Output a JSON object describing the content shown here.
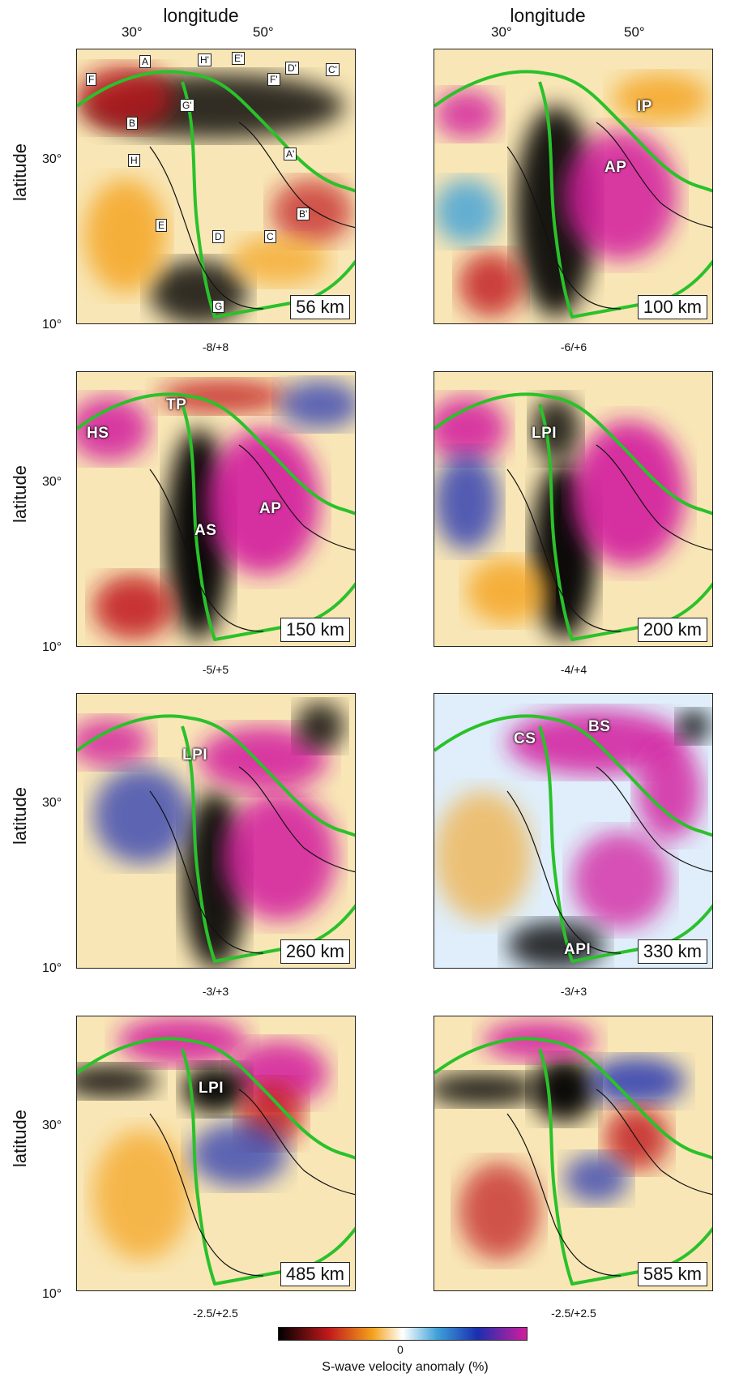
{
  "header": {
    "x_axis_label": "longitude",
    "tick_30": "30°",
    "tick_50": "50°"
  },
  "y_axis": {
    "label": "latitude",
    "tick_30": "30°",
    "tick_10": "10°"
  },
  "panels": [
    {
      "depth": "56 km",
      "scale": "-8/+8",
      "labels": []
    },
    {
      "depth": "100 km",
      "scale": "-6/+6",
      "labels": [
        "IP",
        "AP"
      ]
    },
    {
      "depth": "150 km",
      "scale": "-5/+5",
      "labels": [
        "HS",
        "TP",
        "AS",
        "AP"
      ]
    },
    {
      "depth": "200 km",
      "scale": "-4/+4",
      "labels": [
        "LPI"
      ]
    },
    {
      "depth": "260 km",
      "scale": "-3/+3",
      "labels": [
        "LPI"
      ]
    },
    {
      "depth": "330 km",
      "scale": "-3/+3",
      "labels": [
        "CS",
        "BS",
        "API"
      ]
    },
    {
      "depth": "485 km",
      "scale": "-2.5/+2.5",
      "labels": [
        "LPI"
      ]
    },
    {
      "depth": "585 km",
      "scale": "-2.5/+2.5",
      "labels": []
    }
  ],
  "profiles": [
    "A",
    "H'",
    "E'",
    "D'",
    "C'",
    "F",
    "F'",
    "B",
    "G'",
    "H",
    "A'",
    "B'",
    "E",
    "D",
    "C",
    "G"
  ],
  "colorbar": {
    "zero": "0",
    "label": "S-wave velocity anomaly (%)"
  },
  "colors": {
    "slow_dark": "#000000",
    "slow": "#c0181b",
    "mid_slow": "#f4a21d",
    "neutral": "#ffffff",
    "mid_fast": "#3ea0d8",
    "fast": "#1a2fb0",
    "very_fast": "#d31c9e",
    "plate_boundary": "#2ac12a"
  }
}
